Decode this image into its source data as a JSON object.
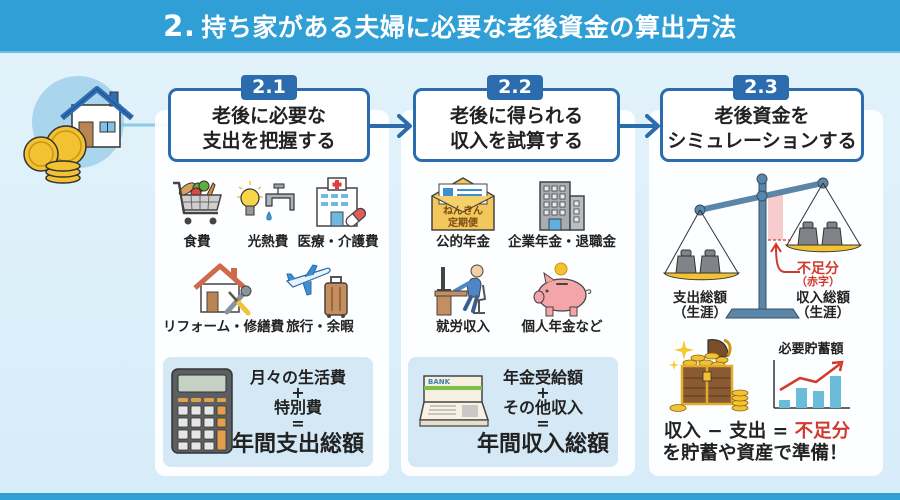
{
  "header": {
    "number": "2.",
    "title": "持ち家がある夫婦に必要な老後資金の算出方法"
  },
  "colors": {
    "title_bar": "#2f9fd5",
    "accent": "#2b6cae",
    "deficit_red": "#d2392b",
    "background": "#e0f1fb",
    "formula_box": "#d4e9f5"
  },
  "intro_icon": "house-with-coins-icon",
  "steps": [
    {
      "badge": "2.1",
      "title_line1": "老後に必要な",
      "title_line2": "支出を把握する",
      "items": [
        {
          "label": "食費",
          "icon": "shopping-cart-icon"
        },
        {
          "label": "光熱費",
          "icon": "light-bulb-faucet-icon"
        },
        {
          "label": "医療・介護費",
          "icon": "hospital-icon"
        },
        {
          "label": "リフォーム・修繕費",
          "icon": "house-repair-icon"
        },
        {
          "label": "旅行・余暇",
          "icon": "airplane-suitcase-icon"
        }
      ],
      "formula": {
        "icon": "calculator-icon",
        "term1": "月々の生活費",
        "op1": "+",
        "term2": "特別費",
        "op2": "=",
        "result": "年間支出総額"
      }
    },
    {
      "badge": "2.2",
      "title_line1": "老後に得られる",
      "title_line2": "収入を試算する",
      "items": [
        {
          "label": "公的年金",
          "icon": "pension-letter-icon",
          "icon_text_1": "ねんきん",
          "icon_text_2": "定期便"
        },
        {
          "label": "企業年金・退職金",
          "icon": "office-building-icon"
        },
        {
          "label": "就労収入",
          "icon": "desk-worker-icon"
        },
        {
          "label": "個人年金など",
          "icon": "piggy-bank-icon"
        }
      ],
      "formula": {
        "icon": "bankbook-icon",
        "icon_text": "BANK",
        "term1": "年金受給額",
        "op1": "+",
        "term2": "その他収入",
        "op2": "=",
        "result": "年間収入総額"
      }
    },
    {
      "badge": "2.3",
      "title_line1": "老後資金を",
      "title_line2": "シミュレーションする",
      "scale": {
        "icon": "balance-scale-icon",
        "left_label": "支出総額",
        "left_sub": "（生涯）",
        "right_label": "収入総額",
        "right_sub": "（生涯）",
        "deficit_label": "不足分",
        "deficit_sub": "（赤字）"
      },
      "savings": {
        "chest_icon": "treasure-chest-icon",
        "chart_icon": "rising-bar-chart-icon",
        "chart_label": "必要貯蓄額"
      },
      "conclusion": {
        "part1": "収入 − 支出 = ",
        "highlight": "不足分",
        "line2": "を貯蓄や資産で準備！"
      }
    }
  ]
}
